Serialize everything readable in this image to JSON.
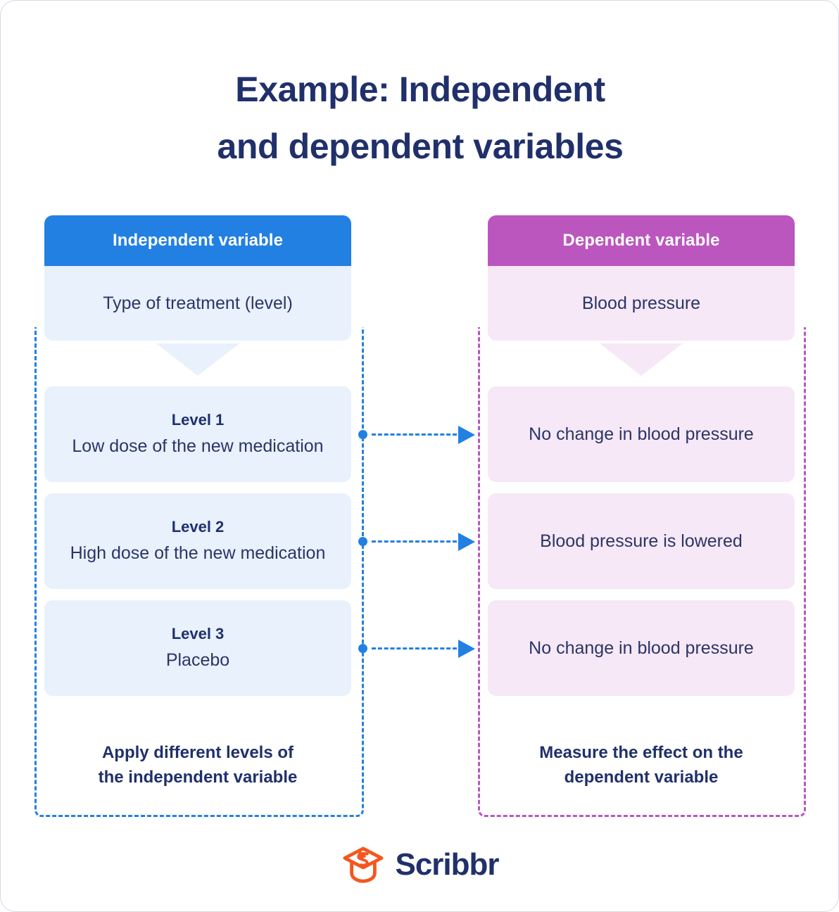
{
  "title": {
    "line1": "Example: Independent",
    "line2": "and dependent variables"
  },
  "colors": {
    "independent_header": "#2280e3",
    "independent_body": "#e8f1fc",
    "dependent_header": "#bb56bf",
    "dependent_body": "#f6e8f6",
    "text_dark": "#20306b",
    "arrow": "#2280e3",
    "logo_mark": "#f4571f"
  },
  "independent": {
    "header_label": "Independent variable",
    "header_value": "Type of treatment (level)",
    "items": [
      {
        "level": "Level 1",
        "text": "Low dose of the new medication"
      },
      {
        "level": "Level 2",
        "text": "High dose of the new medication"
      },
      {
        "level": "Level 3",
        "text": "Placebo"
      }
    ],
    "caption_line1": "Apply different levels of",
    "caption_line2": "the independent variable"
  },
  "dependent": {
    "header_label": "Dependent variable",
    "header_value": "Blood pressure",
    "items": [
      {
        "text": "No change in blood pressure"
      },
      {
        "text": "Blood pressure is lowered"
      },
      {
        "text": "No change in blood pressure"
      }
    ],
    "caption_line1": "Measure the effect on the",
    "caption_line2": "dependent variable"
  },
  "connectors": [
    {
      "name": "connector-level-1"
    },
    {
      "name": "connector-level-2"
    },
    {
      "name": "connector-level-3"
    }
  ],
  "footer": {
    "brand": "Scribbr",
    "logo_icon": "graduation-cap-icon"
  }
}
